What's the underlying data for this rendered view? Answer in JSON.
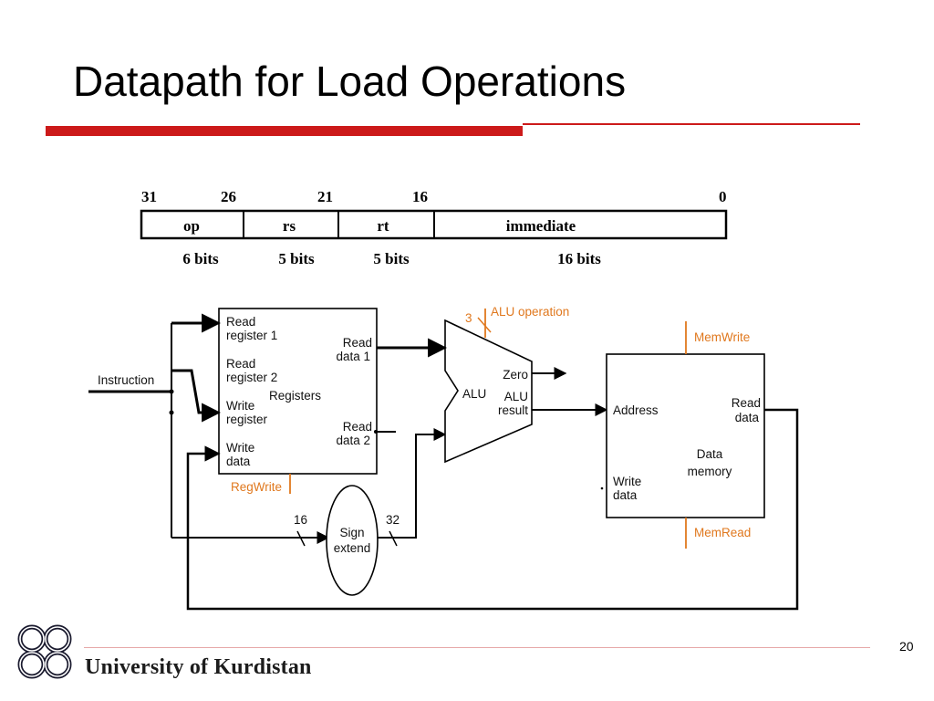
{
  "slide": {
    "title": "Datapath for Load Operations",
    "page_number": "20",
    "institution": "University of Kurdistan"
  },
  "instruction_format": {
    "bit_positions": [
      "31",
      "26",
      "21",
      "16",
      "0"
    ],
    "fields": [
      {
        "name": "op",
        "width": "6 bits"
      },
      {
        "name": "rs",
        "width": "5 bits"
      },
      {
        "name": "rt",
        "width": "5 bits"
      },
      {
        "name": "immediate",
        "width": "16 bits"
      }
    ]
  },
  "datapath": {
    "instruction_label": "Instruction",
    "registers": {
      "read_register_1": [
        "Read",
        "register 1"
      ],
      "read_register_2": [
        "Read",
        "register 2"
      ],
      "write_register": [
        "Write",
        "register"
      ],
      "write_data": [
        "Write",
        "data"
      ],
      "name": "Registers",
      "read_data_1": [
        "Read",
        "data 1"
      ],
      "read_data_2": [
        "Read",
        "data 2"
      ],
      "control": "RegWrite"
    },
    "alu": {
      "name": "ALU",
      "zero": "Zero",
      "result": [
        "ALU",
        "result"
      ],
      "control": "ALU operation",
      "control_width": "3"
    },
    "memory": {
      "address": "Address",
      "write_data": [
        "Write",
        "data"
      ],
      "read_data": [
        "Read",
        "data"
      ],
      "name": [
        "Data",
        "memory"
      ],
      "write_control": "MemWrite",
      "read_control": "MemRead"
    },
    "sign_extend": {
      "name": [
        "Sign",
        "extend"
      ],
      "input_width": "16",
      "output_width": "32"
    }
  },
  "colors": {
    "accent": "#cc1a1a",
    "control": "#e0781e"
  }
}
